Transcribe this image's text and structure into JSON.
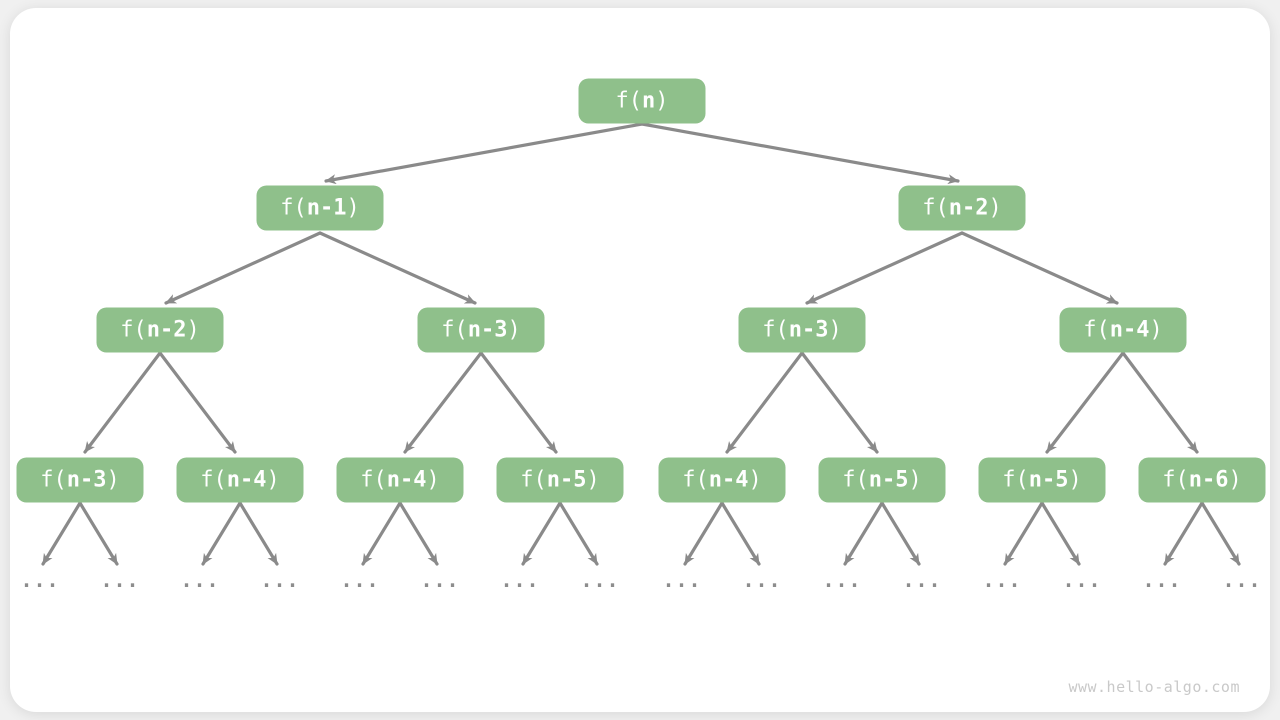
{
  "colors": {
    "page_bg": "#f0f0f0",
    "card_bg": "#ffffff",
    "node_fill": "#8fc08b",
    "node_text": "#ffffff",
    "arrow": "#8a8a8a",
    "ellipsis": "#8d8d8d",
    "watermark": "#c9c9c9"
  },
  "watermark": "www.hello-algo.com",
  "ellipsis": "...",
  "tree": {
    "levels": [
      {
        "nodes": [
          {
            "pre": "f(",
            "arg": "n",
            "post": ")"
          }
        ]
      },
      {
        "nodes": [
          {
            "pre": "f(",
            "arg": "n-1",
            "post": ")"
          },
          {
            "pre": "f(",
            "arg": "n-2",
            "post": ")"
          }
        ]
      },
      {
        "nodes": [
          {
            "pre": "f(",
            "arg": "n-2",
            "post": ")"
          },
          {
            "pre": "f(",
            "arg": "n-3",
            "post": ")"
          },
          {
            "pre": "f(",
            "arg": "n-3",
            "post": ")"
          },
          {
            "pre": "f(",
            "arg": "n-4",
            "post": ")"
          }
        ]
      },
      {
        "nodes": [
          {
            "pre": "f(",
            "arg": "n-3",
            "post": ")"
          },
          {
            "pre": "f(",
            "arg": "n-4",
            "post": ")"
          },
          {
            "pre": "f(",
            "arg": "n-4",
            "post": ")"
          },
          {
            "pre": "f(",
            "arg": "n-5",
            "post": ")"
          },
          {
            "pre": "f(",
            "arg": "n-4",
            "post": ")"
          },
          {
            "pre": "f(",
            "arg": "n-5",
            "post": ")"
          },
          {
            "pre": "f(",
            "arg": "n-5",
            "post": ")"
          },
          {
            "pre": "f(",
            "arg": "n-6",
            "post": ")"
          }
        ]
      }
    ]
  }
}
